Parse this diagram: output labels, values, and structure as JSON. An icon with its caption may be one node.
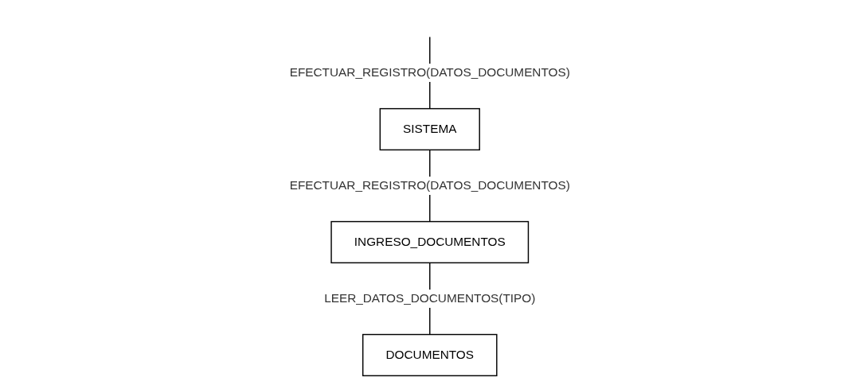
{
  "diagram": {
    "nodes": [
      {
        "text": [
          "SISTEMA"
        ]
      },
      {
        "text": [
          "DOCUMENTOS"
        ]
      },
      {
        "text": [
          "INGRESO_DOCUMENTOS"
        ]
      }
    ],
    "edges": [
      {
        "from": null,
        "to": 0,
        "arrow": "none",
        "label": "EFECTUAR_REGISTRO(DATOS_DOCUMENTOS)"
      },
      {
        "from": 0,
        "to": 2,
        "arrow": "none",
        "label": "EFECTUAR_REGISTRO(DATOS_DOCUMENTOS)"
      },
      {
        "from": 2,
        "to": 1,
        "arrow": "none",
        "label": "LEER_DATOS_DOCUMENTOS(TIPO)"
      }
    ]
  }
}
